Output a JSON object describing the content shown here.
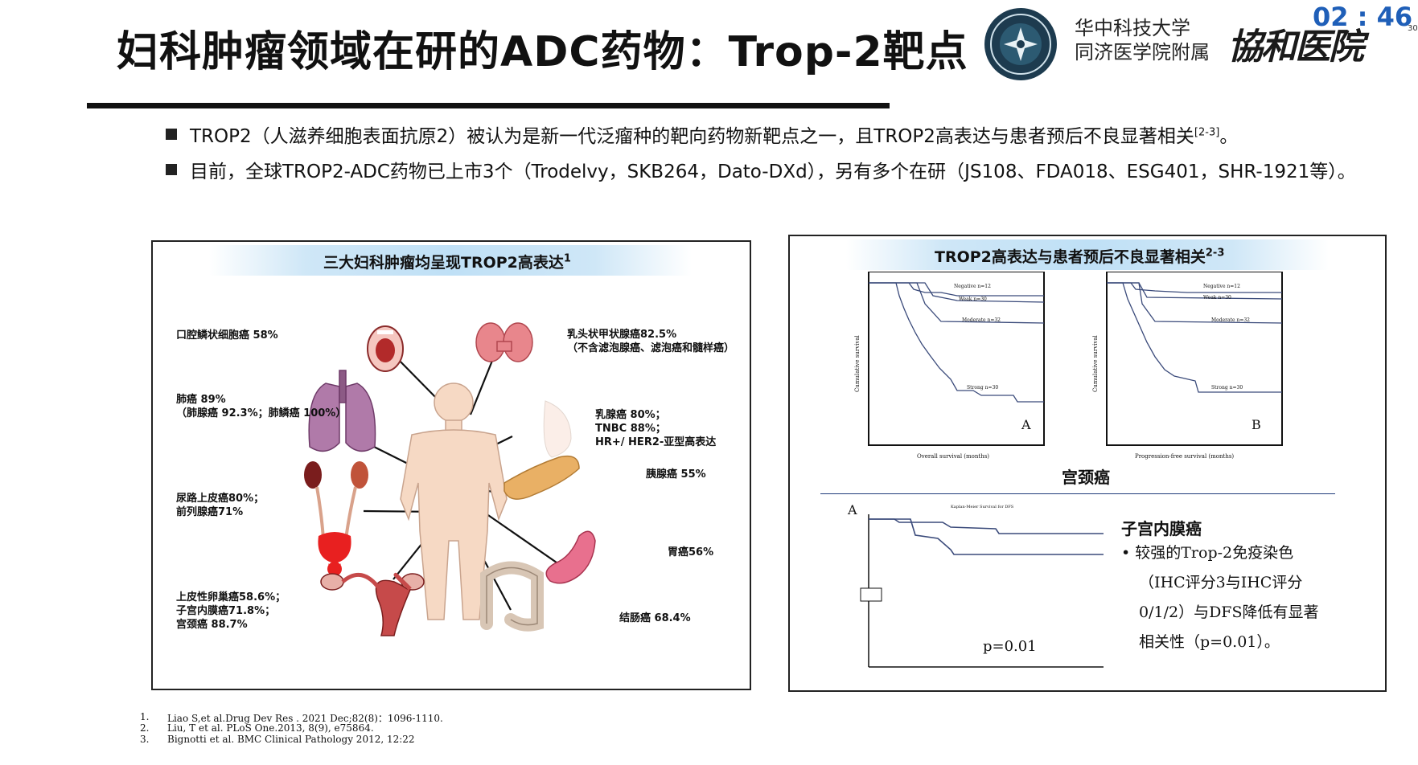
{
  "header": {
    "title": "妇科肿瘤领域在研的ADC药物：Trop-2靶点",
    "university_line1": "华中科技大学",
    "university_line2": "同济医学院附属",
    "hospital_name": "協和医院",
    "timer": "02 : 46",
    "timer_superscript": "30"
  },
  "bullets": [
    {
      "text": "TROP2（人滋养细胞表面抗原2）被认为是新一代泛瘤种的靶向药物新靶点之一，且TROP2高表达与患者预后不良显著相关",
      "sup": "[2-3]",
      "tail": "。"
    },
    {
      "text": "目前，全球TROP2-ADC药物已上市3个（Trodelvy，SKB264，Dato-DXd），另有多个在研（JS108、FDA018、ESG401，SHR-1921等）。",
      "sup": "",
      "tail": ""
    }
  ],
  "left_panel": {
    "title": "三大妇科肿瘤均呈现TROP2高表达",
    "title_sup": "1",
    "labels": {
      "oral": "口腔鳞状细胞癌 58%",
      "lung_1": "肺癌 89%",
      "lung_2": "（肺腺癌 92.3%；肺鳞癌 100%）",
      "urinary_1": "尿路上皮癌80%；",
      "urinary_2": "前列腺癌71%",
      "gyn_1": "上皮性卵巢癌58.6%；",
      "gyn_2": "子宫内膜癌71.8%；",
      "gyn_3": "宫颈癌 88.7%",
      "thyroid_1": "乳头状甲状腺癌82.5%",
      "thyroid_2": "（不含滤泡腺癌、滤泡癌和髓样癌）",
      "breast_1": "乳腺癌 80%；",
      "breast_2": "TNBC 88%；",
      "breast_3": "HR+/ HER2-亚型高表达",
      "pancreas": "胰腺癌 55%",
      "stomach": "胃癌56%",
      "colon": "结肠癌 68.4%"
    }
  },
  "right_panel": {
    "title": "TROP2高表达与患者预后不良显著相关",
    "title_sup": "2-3",
    "km_a": {
      "panel_label": "A",
      "x_label": "Overall survival (months)",
      "y_label": "Cumulative survival",
      "series": [
        "Negative n=12",
        "Weak n=30",
        "Moderate n=32",
        "Strong n=30"
      ]
    },
    "km_b": {
      "panel_label": "B",
      "x_label": "Progression-free survival (months)",
      "y_label": "Cumulative survival",
      "series": [
        "Negative n=12",
        "Weak n=30",
        "Moderate n=32",
        "Strong n=30"
      ]
    },
    "cervical_label": "宫颈癌",
    "km_c": {
      "panel_label": "A",
      "title": "Kaplan-Meier Survival for DFS",
      "p_value": "p=0.01"
    },
    "endometrial_label": "子宫内膜癌",
    "endometrial_desc": [
      "• 较强的Trop-2免疫染色",
      "（IHC评分3与IHC评分",
      "0/1/2）与DFS降低有显著",
      "相关性（p=0.01）。"
    ]
  },
  "references": [
    {
      "num": "1.",
      "text": "Liao S,et al.Drug Dev Res . 2021 Dec;82(8)：1096-1110."
    },
    {
      "num": "2.",
      "text": "Liu, T et al. PLoS One.2013, 8(9), e75864."
    },
    {
      "num": "3.",
      "text": "Bignotti et al. BMC Clinical Pathology 2012, 12:22"
    }
  ]
}
